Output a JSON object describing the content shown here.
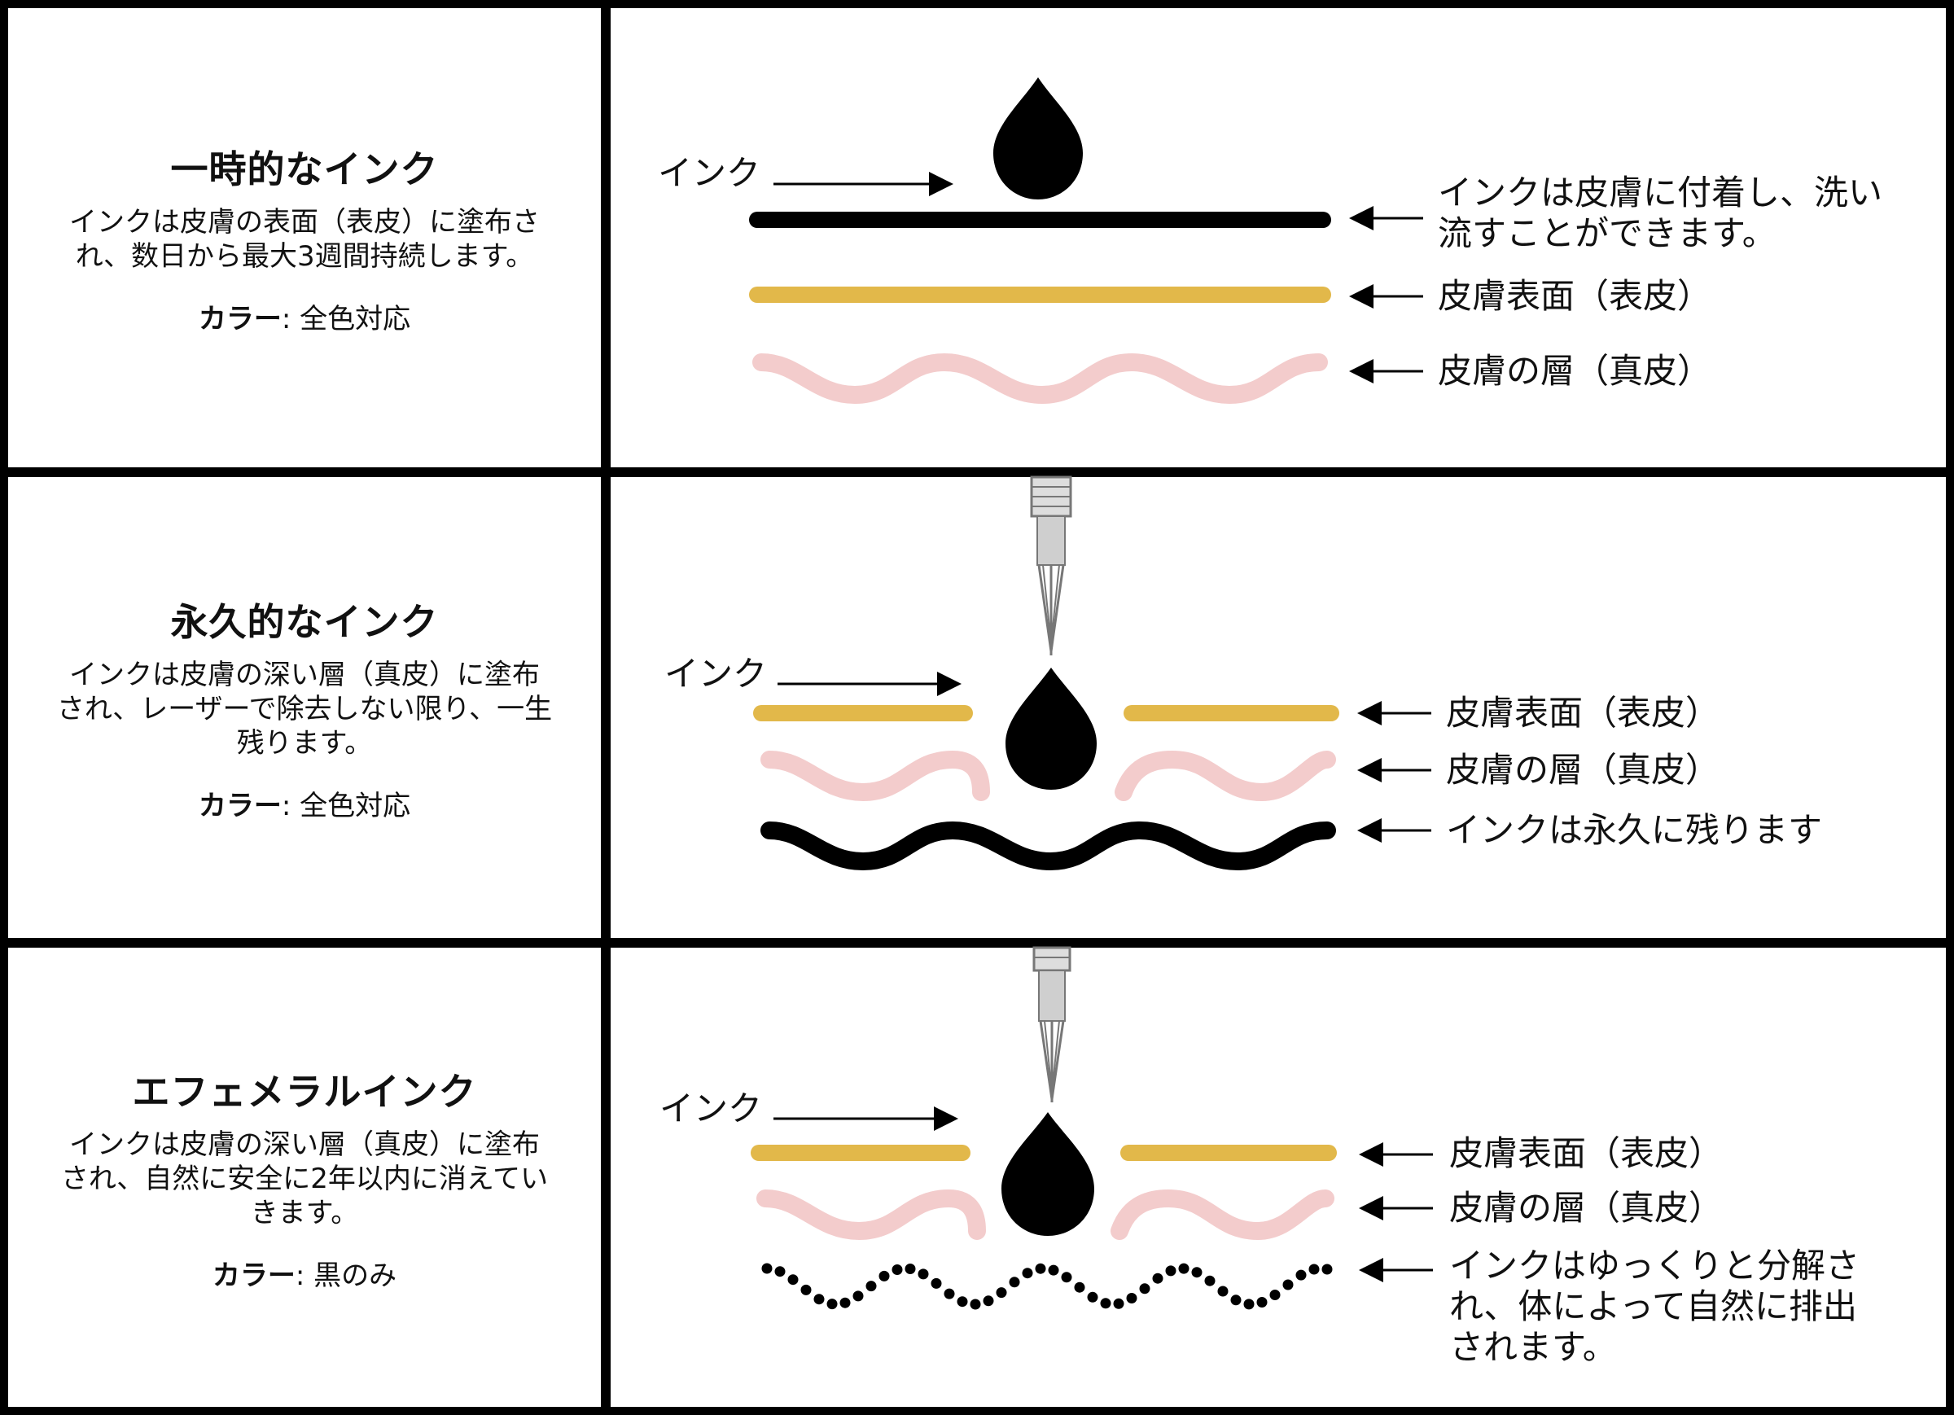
{
  "panels": [
    {
      "title": "一時的なインク",
      "description": "インクは皮膚の表面（表皮）に塗布され、数日から最大3週間持続します。",
      "color_label": "カラー",
      "color_value": ": 全色対応",
      "ink_label": "インク",
      "layer_labels": [
        "インクは皮膚に付着し、洗い流すことができます。",
        "皮膚表面（表皮）",
        "皮膚の層（真皮）"
      ]
    },
    {
      "title": "永久的なインク",
      "description": "インクは皮膚の深い層（真皮）に塗布され、レーザーで除去しない限り、一生残ります。",
      "color_label": "カラー",
      "color_value": ": 全色対応",
      "ink_label": "インク",
      "layer_labels": [
        "皮膚表面（表皮）",
        "皮膚の層（真皮）",
        "インクは永久に残ります"
      ]
    },
    {
      "title": "エフェメラルインク",
      "description": "インクは皮膚の深い層（真皮）に塗布され、自然に安全に2年以内に消えていきます。",
      "color_label": "カラー",
      "color_value": ": 黒のみ",
      "ink_label": "インク",
      "layer_labels": [
        "皮膚表面（表皮）",
        "皮膚の層（真皮）",
        "インクはゆっくりと分解され、体によって自然に排出されます。"
      ]
    }
  ],
  "colors": {
    "ink": "#000000",
    "epidermis": "#e2b84a",
    "dermis": "#f3cccc",
    "needle": "#8a8a8a"
  }
}
